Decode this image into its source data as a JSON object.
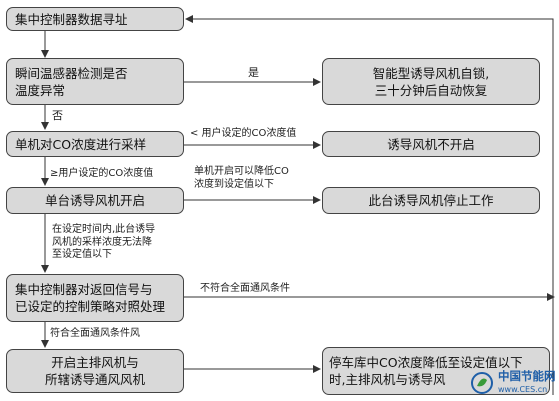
{
  "boxes": {
    "b1": "集中控制器数据寻址",
    "b2_line1": "瞬间温感器检测是否",
    "b2_line2": "温度异常",
    "b3": "单机对CO浓度进行采样",
    "b4": "单台诱导风机开启",
    "b5_line1": "集中控制器对返回信号与",
    "b5_line2": "已设定的控制策略对照处理",
    "b6_line1": "开启主排风机与",
    "b6_line2": "所辖诱导通风风机",
    "r1_line1": "智能型诱导风机自锁,",
    "r1_line2": "三十分钟后自动恢复",
    "r2": "诱导风机不开启",
    "r3": "此台诱导风机停止工作",
    "r4_line1": "停车库中CO浓度降低至设定值以下",
    "r4_line2": "时,主排风机与诱导风"
  },
  "labels": {
    "yes": "是",
    "no": "否",
    "below": "< 用户设定的CO浓度值",
    "above": "≥用户设定的CO浓度值",
    "reduce_line1": "单机开启可以降低CO",
    "reduce_line2": "浓度到设定值以下",
    "period_line1": "在设定时间内,此台诱导",
    "period_line2": "风机的采样浓度无法降",
    "period_line3": "至设定值以下",
    "not_meet": "不符合全面通风条件",
    "meet": "符合全面通风条件风"
  },
  "watermark": {
    "name": "中国节能网",
    "url": "www.CES.cn"
  },
  "colors": {
    "box_fill": "#d9d9d9",
    "line": "#333333",
    "watermark": "#1f5fa8"
  }
}
